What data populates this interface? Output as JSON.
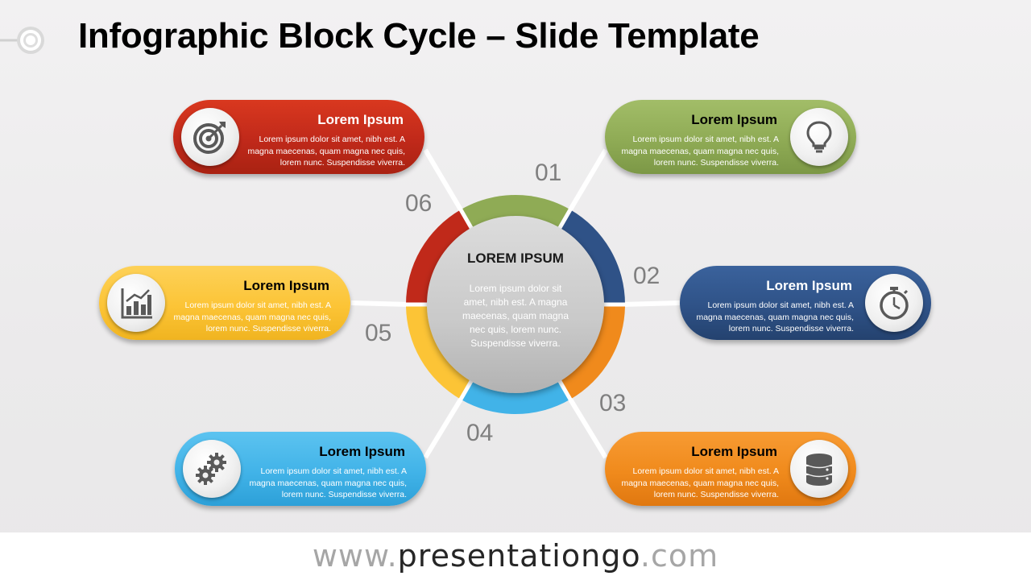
{
  "title": "Infographic Block Cycle – Slide Template",
  "center": {
    "title": "LOREM IPSUM",
    "body": "Lorem ipsum dolor sit amet, nibh est. A magna maecenas, quam magna nec quis, lorem nunc. Suspendisse viverra."
  },
  "steps": [
    {
      "number": "01",
      "title": "Lorem Ipsum",
      "body": "Lorem ipsum dolor sit amet, nibh est. A magna maecenas, quam magna nec quis, lorem nunc. Suspendisse viverra.",
      "icon": "lightbulb-icon",
      "color": "#8fab55"
    },
    {
      "number": "02",
      "title": "Lorem Ipsum",
      "body": "Lorem ipsum dolor sit amet, nibh est. A magna maecenas, quam magna nec quis, lorem nunc. Suspendisse viverra.",
      "icon": "stopwatch-icon",
      "color": "#2f5287"
    },
    {
      "number": "03",
      "title": "Lorem Ipsum",
      "body": "Lorem ipsum dolor sit amet, nibh est. A magna maecenas, quam magna nec quis, lorem nunc. Suspendisse viverra.",
      "icon": "database-icon",
      "color": "#f08a1c"
    },
    {
      "number": "04",
      "title": "Lorem Ipsum",
      "body": "Lorem ipsum dolor sit amet, nibh est. A magna maecenas, quam magna nec quis, lorem nunc. Suspendisse viverra.",
      "icon": "gears-icon",
      "color": "#41b3e8"
    },
    {
      "number": "05",
      "title": "Lorem Ipsum",
      "body": "Lorem ipsum dolor sit amet, nibh est. A magna maecenas, quam magna nec quis, lorem nunc. Suspendisse viverra.",
      "icon": "bar-chart-icon",
      "color": "#fcc436"
    },
    {
      "number": "06",
      "title": "Lorem Ipsum",
      "body": "Lorem ipsum dolor sit amet, nibh est. A magna maecenas, quam magna nec quis, lorem nunc. Suspendisse viverra.",
      "icon": "target-icon",
      "color": "#c0291a"
    }
  ],
  "footer": {
    "prefix": "www.",
    "name": "presentationgo",
    "suffix": ".com"
  }
}
